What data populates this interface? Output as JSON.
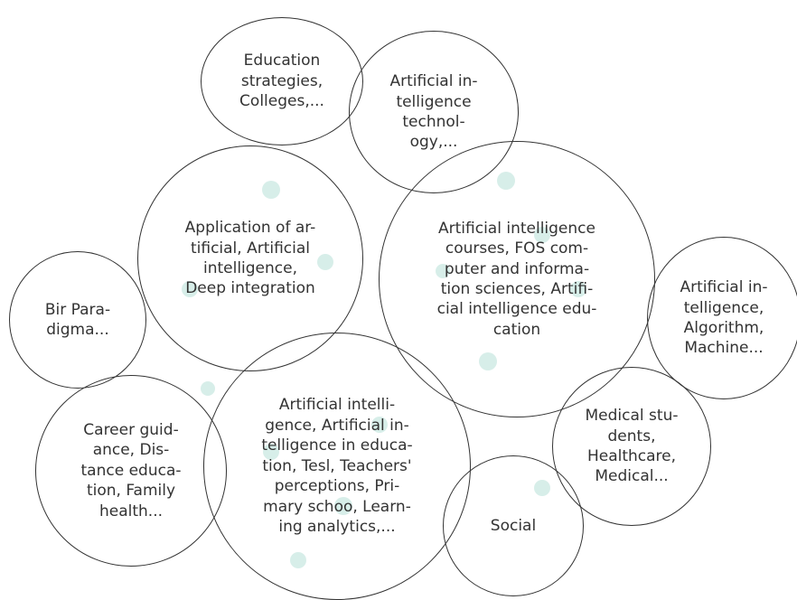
{
  "bubbles": [
    {
      "label": "Education\nstrategies,\nColleges,..."
    },
    {
      "label": "Artificial in-\ntelligence\ntechnol-\nogy,..."
    },
    {
      "label": "Application of ar-\ntificial, Artificial\nintelligence,\nDeep integration"
    },
    {
      "label": "Artificial intelligence\ncourses, FOS com-\nputer and informa-\ntion sciences, Artifi-\ncial intelligence edu-\ncation"
    },
    {
      "label": "Artificial in-\ntelligence,\nAlgorithm,\nMachine..."
    },
    {
      "label": "Bir Para-\ndigma..."
    },
    {
      "label": "Career guid-\nance, Dis-\ntance educa-\ntion, Family\nhealth..."
    },
    {
      "label": "Artificial intelli-\ngence, Artificial in-\ntelligence in educa-\ntion, Tesl, Teachers'\nperceptions, Pri-\nmary schoo, Learn-\ning analytics,..."
    },
    {
      "label": "Medical stu-\ndents,\nHealthcare,\nMedical..."
    },
    {
      "label": "Social"
    }
  ],
  "colors": {
    "border": "#333333",
    "text": "#333333",
    "watermark": "#2aa58a"
  }
}
